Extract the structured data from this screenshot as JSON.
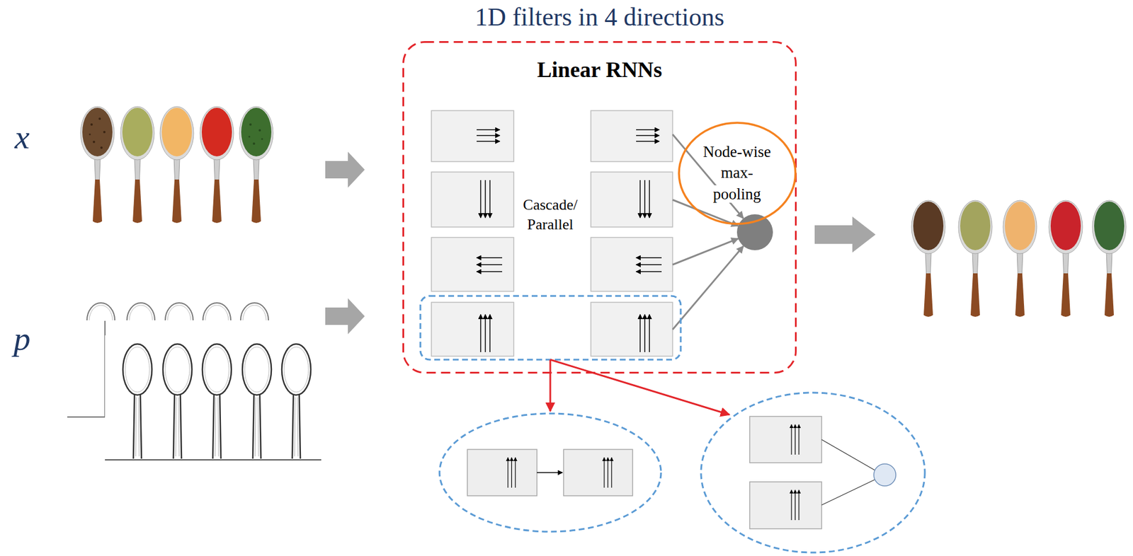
{
  "diagram": {
    "title": "1D filters in 4 directions",
    "nodes": [
      {
        "text": [
          "Linear RNNs"
        ]
      },
      {
        "text": [
          "Node-wise max-pooling"
        ],
        "in": 0
      }
    ],
    "labels": [
      "x",
      "p",
      "Cascade/ Parallel"
    ]
  }
}
